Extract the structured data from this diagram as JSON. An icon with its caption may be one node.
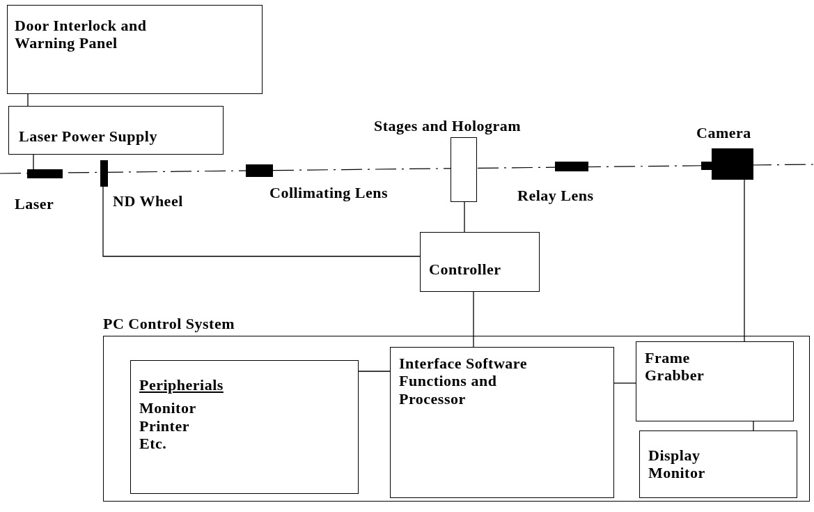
{
  "diagram": {
    "nodes": [
      {
        "text": [
          "Door Interlock and Warning Panel"
        ]
      },
      {
        "text": [
          "Laser Power Supply"
        ]
      },
      {
        "text": [],
        "shape": "bar",
        "beside": [
          "Laser"
        ]
      },
      {
        "text": [],
        "shape": "bar",
        "beside": [
          "ND Wheel"
        ]
      },
      {
        "text": [],
        "shape": "bar",
        "beside": [
          "Collimating Lens"
        ]
      },
      {
        "text": [],
        "shape": "box",
        "beside": [
          "Stages and Hologram"
        ]
      },
      {
        "text": [],
        "shape": "bar",
        "beside": [
          "Relay Lens"
        ]
      },
      {
        "text": [],
        "shape": "camera",
        "beside": [
          "Camera"
        ]
      },
      {
        "text": [
          "Controller"
        ]
      },
      {
        "text": [
          "PC Control System"
        ]
      },
      {
        "text": [
          "Peripherials",
          "Monitor Printer Etc."
        ],
        "in": 9
      },
      {
        "text": [
          "Interface Software Functions and Processor"
        ],
        "in": 9
      },
      {
        "text": [
          "Frame Grabber"
        ],
        "in": 9
      },
      {
        "text": [
          "Display Monitor"
        ],
        "in": 9
      }
    ],
    "edges": [
      {
        "from": 0,
        "to": 1,
        "arrow": "none"
      },
      {
        "from": 1,
        "to": 2,
        "arrow": "none"
      },
      {
        "from": 3,
        "to": 8,
        "arrow": "none"
      },
      {
        "from": 5,
        "to": 8,
        "arrow": "none"
      },
      {
        "from": 8,
        "to": 11,
        "arrow": "none"
      },
      {
        "from": 7,
        "to": 12,
        "arrow": "none"
      },
      {
        "from": 10,
        "to": 11,
        "arrow": "none"
      },
      {
        "from": 11,
        "to": 12,
        "arrow": "none"
      },
      {
        "from": 12,
        "to": 13,
        "arrow": "none"
      }
    ]
  }
}
